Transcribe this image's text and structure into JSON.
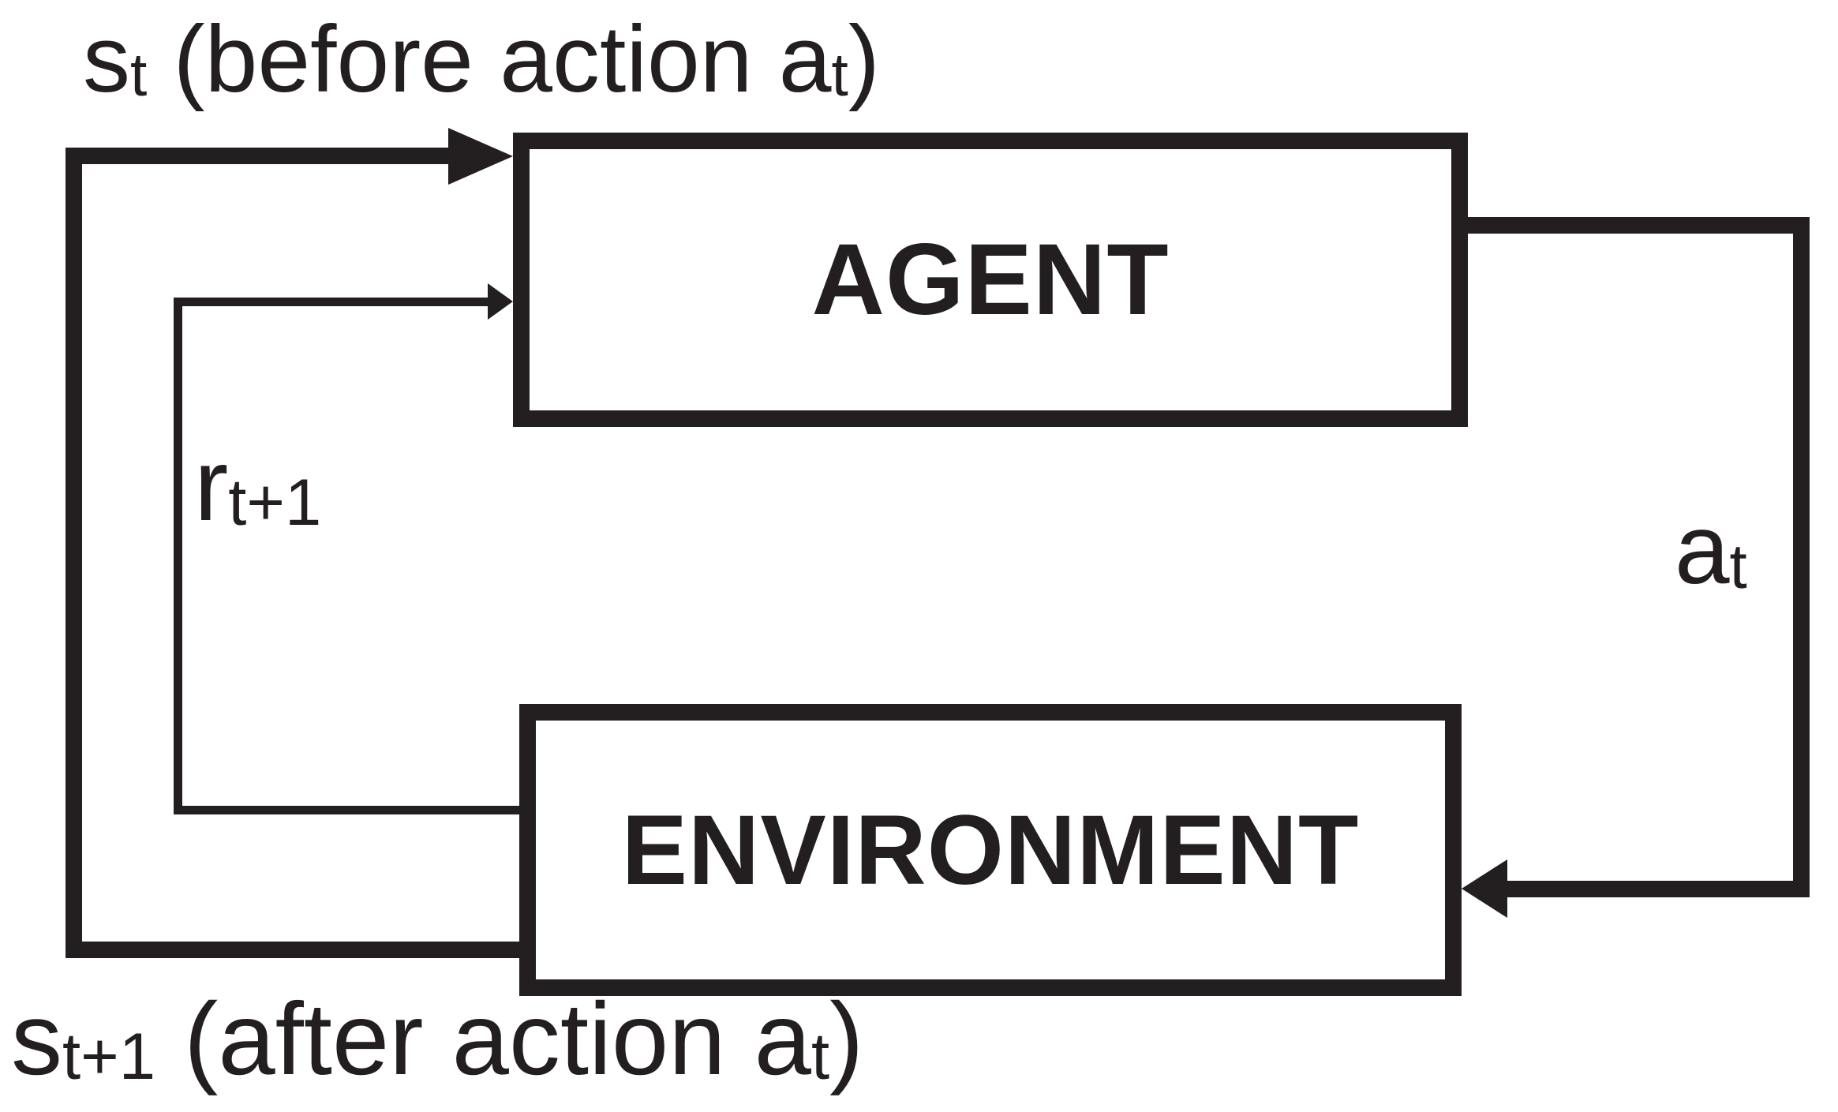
{
  "figure": {
    "background": "#ffffff",
    "ink": "#231f20",
    "boxes": {
      "agent": "AGENT",
      "environment": "ENVIRONMENT"
    },
    "labels": {
      "state_before": {
        "base": "s",
        "base_sub": "t",
        "mid": " (before action a",
        "action_sub": "t",
        "end": ")"
      },
      "reward": {
        "base": "r",
        "sub": "t+1"
      },
      "action": {
        "base": "a",
        "sub": "t"
      },
      "state_after": {
        "base": "s",
        "base_sub": "t+1",
        "mid": " (after action a",
        "action_sub": "t",
        "end": ")"
      }
    }
  }
}
